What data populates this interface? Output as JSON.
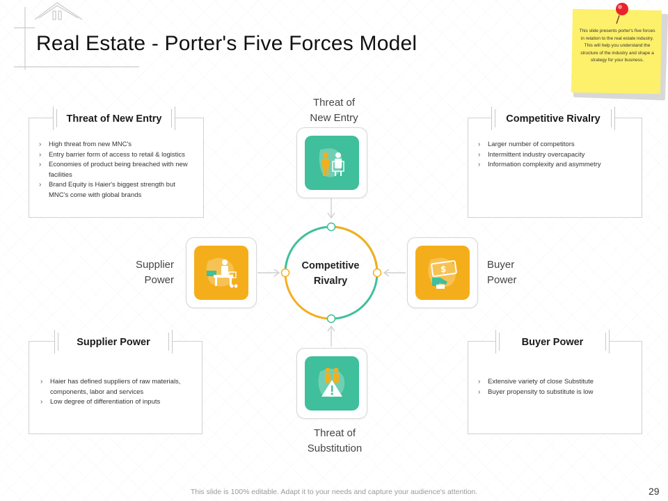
{
  "slide": {
    "title": "Real Estate - Porter's Five Forces Model",
    "note": "This slide presents porter's five forces in relation to the real estate industry. This will help you understand the structure of the industry and shape a strategy for your business.",
    "footer": "This slide is 100% editable. Adapt it to your needs and capture your audience's attention.",
    "page_number": "29"
  },
  "boxes": {
    "new_entry": {
      "title": "Threat of New Entry",
      "items": [
        "High threat from new MNC's",
        "Entry barrier form of access to retail & logistics",
        "Economies of product being breached with new facilities",
        "Brand Equity is Haier's biggest strength but MNC's come with global brands"
      ]
    },
    "rivalry": {
      "title": "Competitive Rivalry",
      "items": [
        "Larger number of competitors",
        "Intermittent industry overcapacity",
        "Information complexity and asymmetry"
      ]
    },
    "supplier": {
      "title": "Supplier Power",
      "items": [
        "Haier has defined suppliers of raw materials, components, labor and services",
        "Low degree of differentiation of inputs"
      ]
    },
    "buyer": {
      "title": "Buyer Power",
      "items": [
        "Extensive variety of close Substitute",
        "Buyer propensity to substitute is low"
      ]
    }
  },
  "diagram": {
    "center": {
      "line1": "Competitive",
      "line2": "Rivalry"
    },
    "top": {
      "line1": "Threat of",
      "line2": "New Entry",
      "icon": "people-entry-icon",
      "color": "#3fbf9b"
    },
    "left": {
      "line1": "Supplier",
      "line2": "Power",
      "icon": "supplier-desk-icon",
      "color": "#f5ae1b"
    },
    "right": {
      "line1": "Buyer",
      "line2": "Power",
      "icon": "money-hand-icon",
      "color": "#f5ae1b"
    },
    "bottom": {
      "line1": "Threat of",
      "line2": "Substitution",
      "icon": "warning-person-icon",
      "color": "#3fbf9b"
    }
  },
  "colors": {
    "green": "#3fbf9b",
    "orange": "#f5ae1b",
    "sticky": "#fdf06a",
    "pin": "#e8232b"
  }
}
